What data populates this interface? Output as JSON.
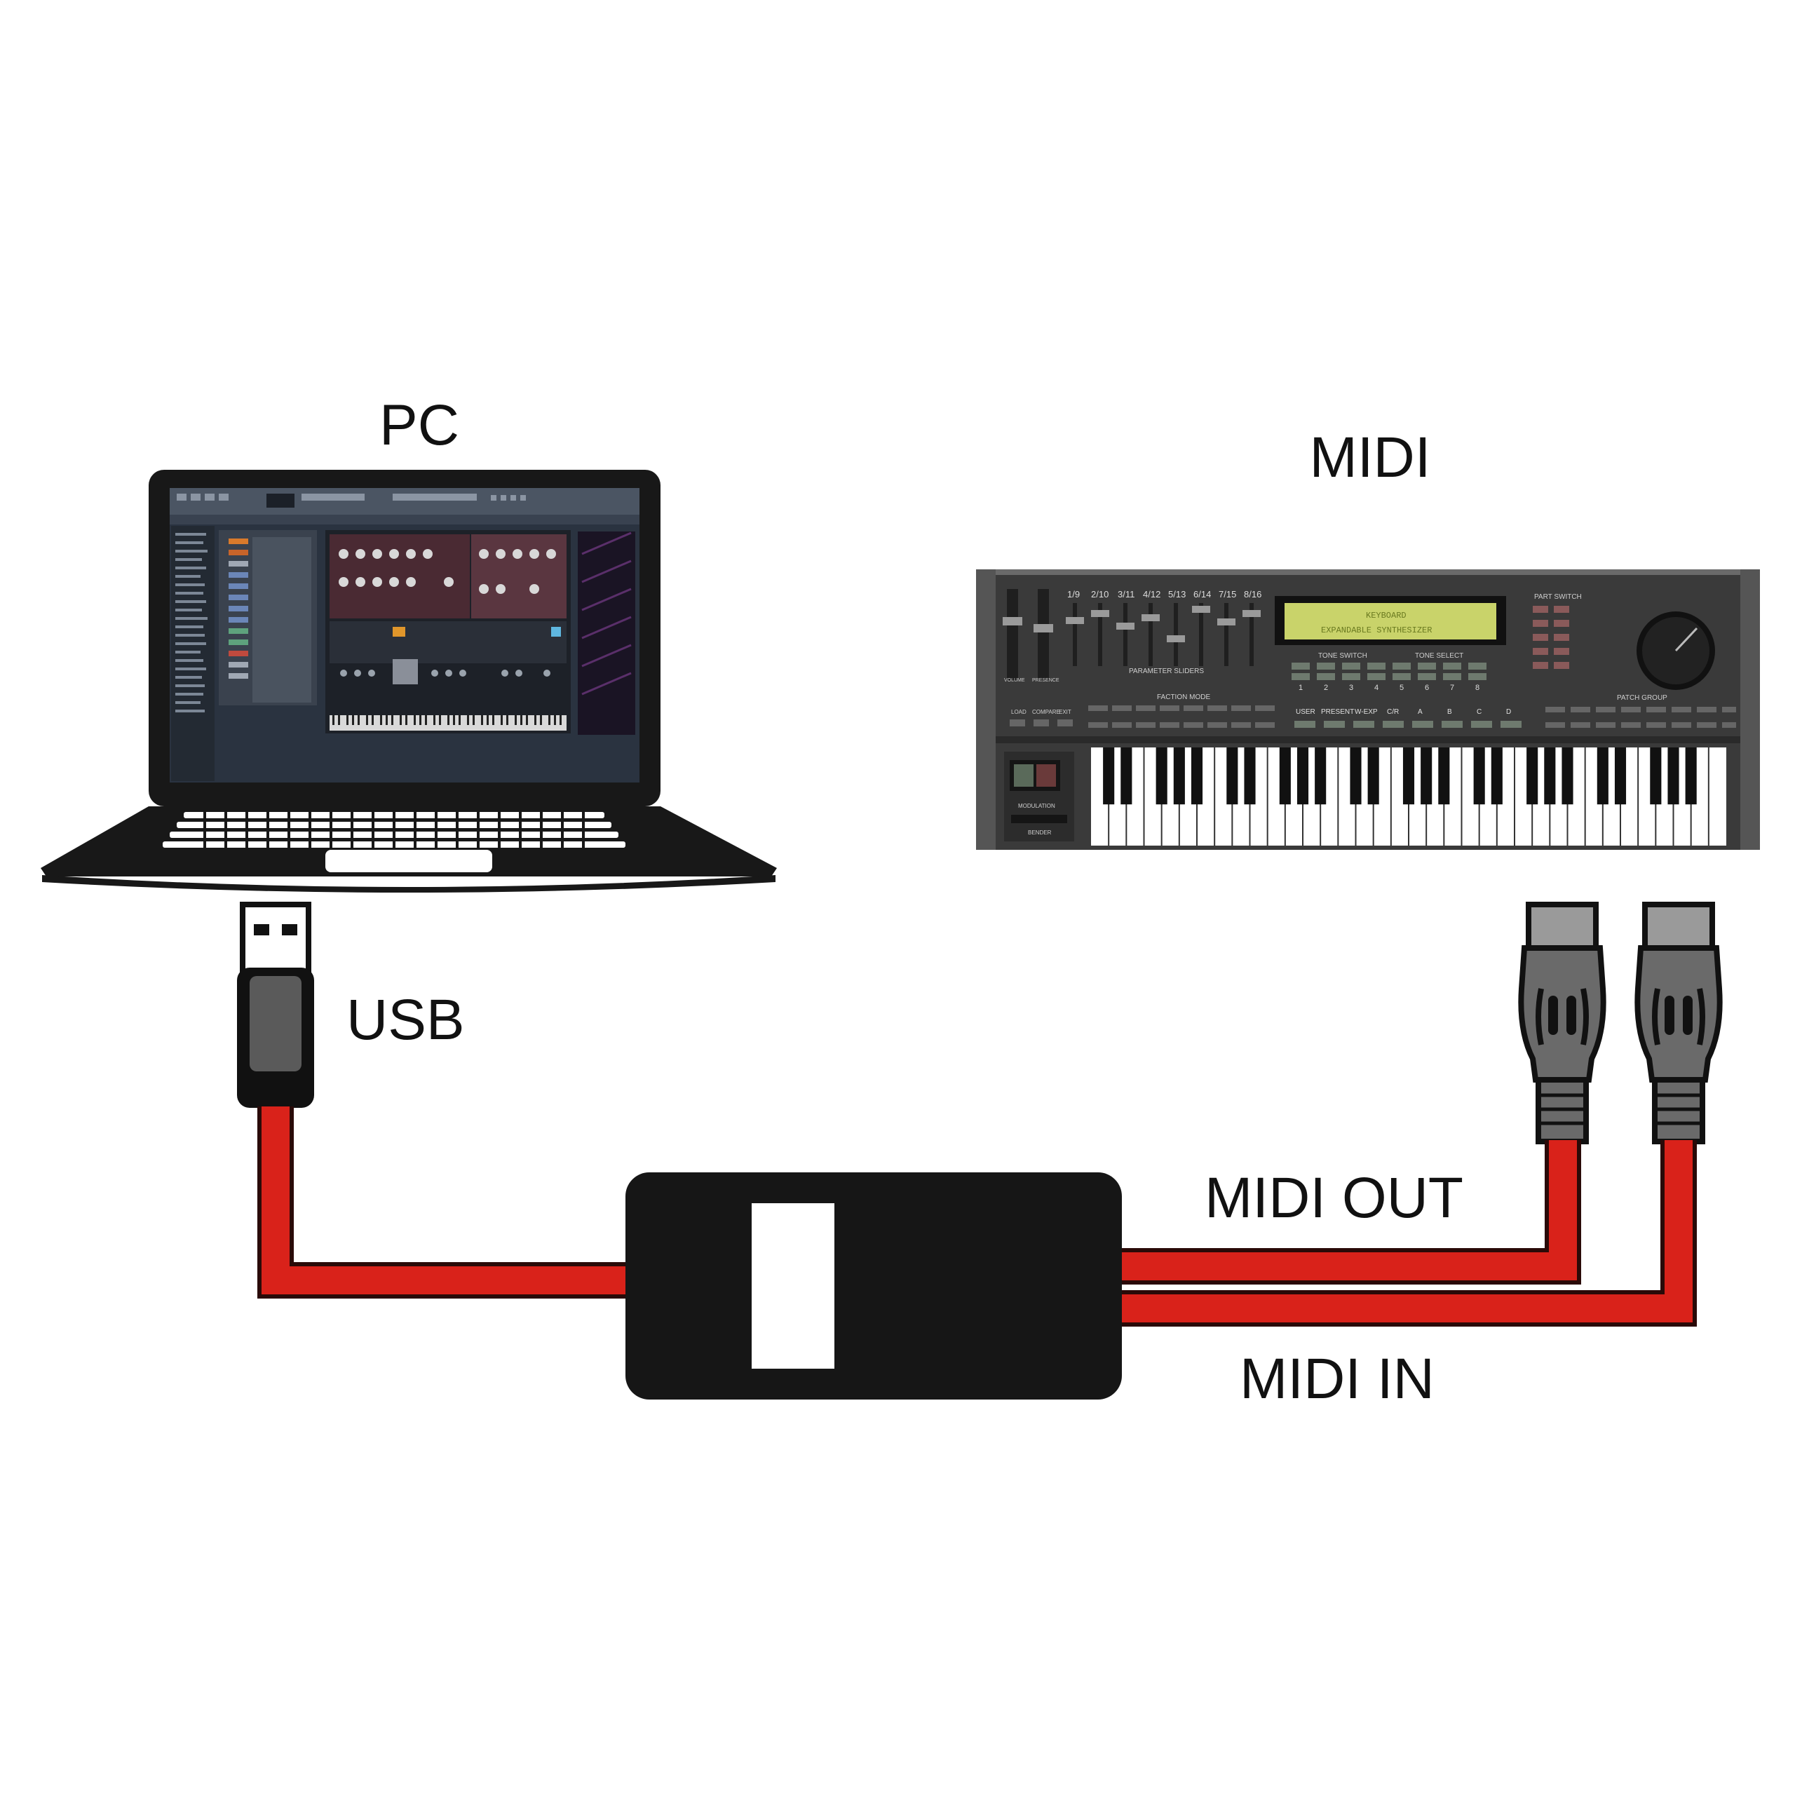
{
  "labels": {
    "pc": "PC",
    "midi": "MIDI",
    "usb": "USB",
    "midi_out": "MIDI OUT",
    "midi_in": "MIDI IN"
  },
  "synth": {
    "channel_labels": [
      "1/9",
      "2/10",
      "3/11",
      "4/12",
      "5/13",
      "6/14",
      "7/15",
      "8/16"
    ],
    "display_line1": "KEYBOARD",
    "display_line2": "EXPANDABLE SYNTHESIZER",
    "parameter_sliders": "PARAMETER SLIDERS",
    "tone_switch": "TONE SWITCH",
    "tone_select": "TONE SELECT",
    "part_switch": "PART SWITCH",
    "patch_group": "PATCH GROUP",
    "faction_mode": "FACTION MODE",
    "volume": "VOLUME",
    "presence": "PRESENCE",
    "modulation": "MODULATION",
    "bender": "BENDER",
    "tone_numbers": [
      "1",
      "2",
      "3",
      "4",
      "5",
      "6",
      "7",
      "8"
    ],
    "bank_labels": [
      "USER",
      "PRESENT",
      "W-EXP",
      "C/R",
      "A",
      "B",
      "C",
      "D"
    ],
    "left_buttons": [
      "LOAD",
      "COMPARE",
      "EXIT"
    ]
  },
  "colors": {
    "cable": "#d9221a",
    "cable_outline": "#2a0a08",
    "adapter": "#161616",
    "laptop_body": "#181818",
    "synth_body": "#3a3a3a",
    "lcd": "#c9d36a"
  }
}
